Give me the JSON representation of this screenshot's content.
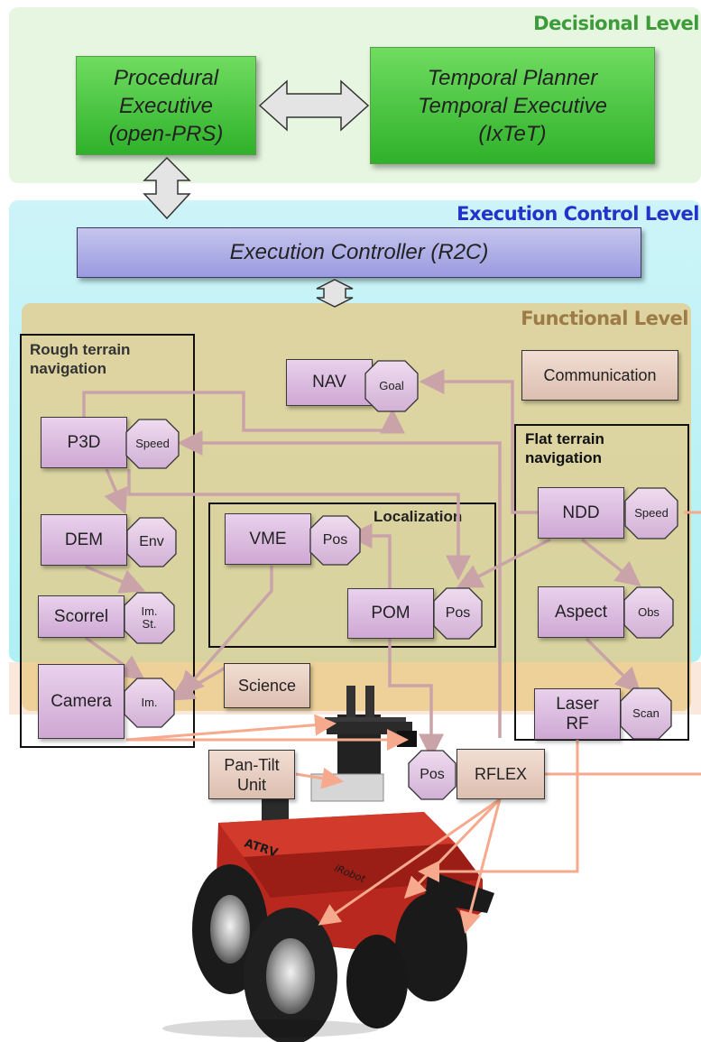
{
  "levels": {
    "decisional": "Decisional Level",
    "execution_control": "Execution Control Level",
    "functional": "Functional Level"
  },
  "decisional": {
    "procedural": [
      "Procedural",
      "Executive",
      "(open-PRS)"
    ],
    "temporal": [
      "Temporal Planner",
      "Temporal Executive",
      "(IxTeT)"
    ]
  },
  "execution_controller": "Execution Controller (R2C)",
  "groups": {
    "rough": [
      "Rough terrain",
      "navigation"
    ],
    "flat": [
      "Flat terrain",
      "navigation"
    ],
    "localization": "Localization"
  },
  "modules": {
    "nav": "NAV",
    "communication": "Communication",
    "p3d": "P3D",
    "dem": "DEM",
    "scorrel": "Scorrel",
    "camera": "Camera",
    "vme": "VME",
    "pom": "POM",
    "ndd": "NDD",
    "aspect": "Aspect",
    "laser": [
      "Laser",
      "RF"
    ],
    "science": "Science",
    "pantilt": [
      "Pan-Tilt",
      "Unit"
    ],
    "rflex": "RFLEX"
  },
  "posters": {
    "goal": "Goal",
    "speed_p3d": "Speed",
    "env": "Env",
    "imst": [
      "Im.",
      "St."
    ],
    "im": "Im.",
    "pos_vme": "Pos",
    "pos_pom": "Pos",
    "speed_ndd": "Speed",
    "obs": "Obs",
    "scan": "Scan",
    "pos_rflex": "Pos"
  },
  "colors": {
    "decisional_bg": "#e6f6e1",
    "decisional_title": "#3e9b3a",
    "execution_bg": "#c9f2f6",
    "execution_title": "#2233cc",
    "functional_bg": "#e8d59a",
    "functional_title": "#9c7b47",
    "module_link": "#c9a3a7",
    "hardware_link": "#f6a98c"
  }
}
